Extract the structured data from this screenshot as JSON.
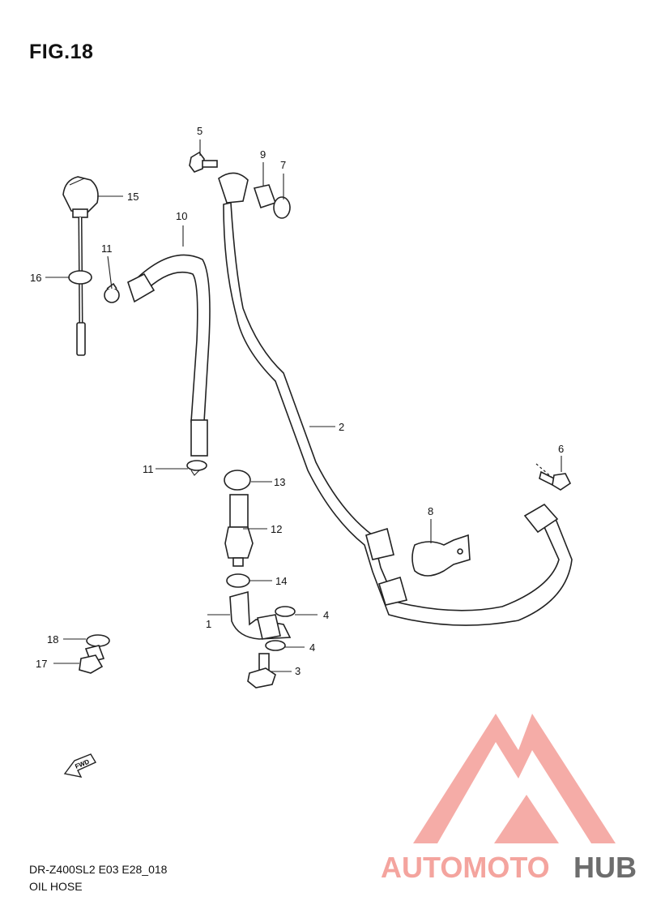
{
  "figure": {
    "title": "FIG.18",
    "model_code": "DR-Z400SL2 E03 E28_018",
    "name": "OIL HOSE"
  },
  "fwd_arrow": {
    "label": "FWD",
    "icon": "fwd-arrow-icon"
  },
  "callouts": [
    "1",
    "2",
    "3",
    "4",
    "4",
    "5",
    "6",
    "7",
    "8",
    "9",
    "10",
    "11",
    "11",
    "12",
    "13",
    "14",
    "15",
    "16",
    "17",
    "18"
  ],
  "watermark": {
    "icon": "triangle-logo-icon",
    "text_part1": "AUTOMOTO",
    "text_part2": "HUB",
    "color_primary": "#f4a49e",
    "color_accent": "#f7c58a",
    "color_dark": "#6d6d6d"
  }
}
